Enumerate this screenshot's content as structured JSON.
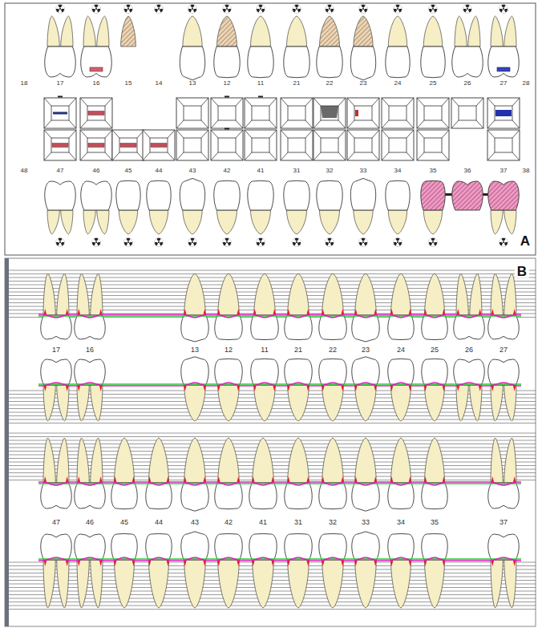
{
  "diagram": {
    "labels": [
      "18",
      "17",
      "16",
      "15",
      "14",
      "13",
      "12",
      "11",
      "21",
      "22",
      "23",
      "24",
      "25",
      "26",
      "27",
      "28",
      "48",
      "47",
      "46",
      "45",
      "44",
      "43",
      "42",
      "41",
      "31",
      "32",
      "33",
      "34",
      "35",
      "36",
      "37",
      "38",
      "A",
      "B",
      "17",
      "16",
      "13",
      "12",
      "11",
      "21",
      "22",
      "23",
      "24",
      "25",
      "26",
      "27",
      "47",
      "46",
      "45",
      "44",
      "43",
      "42",
      "41",
      "31",
      "32",
      "33",
      "34",
      "35",
      "37"
    ]
  }
}
